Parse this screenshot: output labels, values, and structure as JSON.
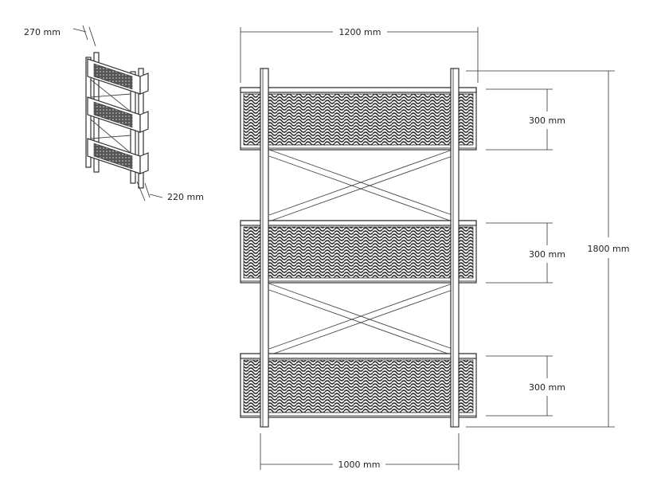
{
  "labels": {
    "depth_top": "270 mm",
    "depth_bottom": "220 mm",
    "overall_width": "1200 mm",
    "overall_height": "1800 mm",
    "inner_width": "1000 mm",
    "basket_height_top": "300 mm",
    "basket_height_middle": "300 mm",
    "basket_height_bottom": "300 mm"
  }
}
